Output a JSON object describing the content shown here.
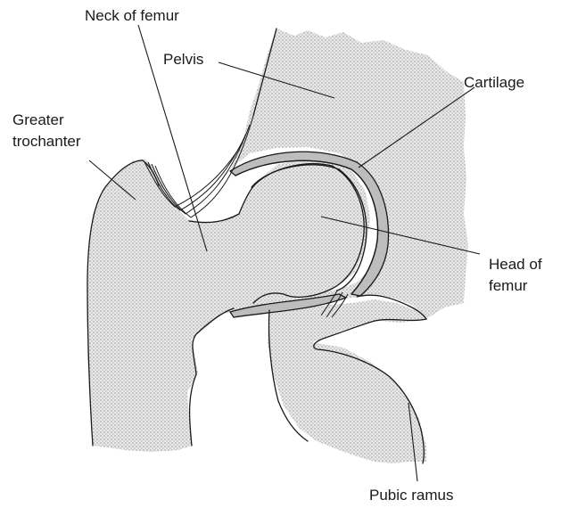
{
  "labels": {
    "neck_of_femur": "Neck of femur",
    "pelvis": "Pelvis",
    "cartilage": "Cartilage",
    "greater_trochanter_line1": "Greater",
    "greater_trochanter_line2": "trochanter",
    "head_of_femur_line1": "Head of",
    "head_of_femur_line2": "femur",
    "pubic_ramus": "Pubic ramus"
  },
  "colors": {
    "bone_stipple": "#c9c9c9",
    "cartilage": "#bdbdbd",
    "ink": "#1a1a1a"
  }
}
